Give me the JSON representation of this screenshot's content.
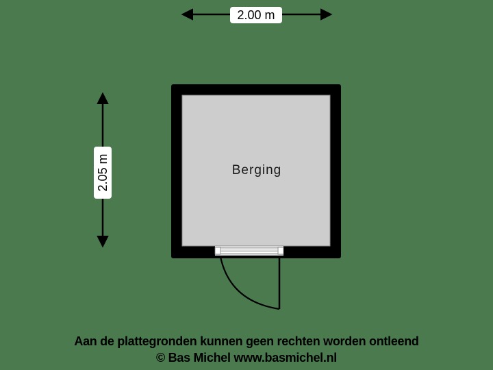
{
  "floorplan": {
    "background_color": "#4a7a4e",
    "wall_color": "#000000",
    "room_fill_color": "#cccccc",
    "rooms": [
      {
        "name": "Berging"
      }
    ],
    "dimensions": {
      "width_label": "2.00 m",
      "height_label": "2.05 m"
    },
    "door": {
      "type": "swing-door",
      "position": "bottom-wall"
    }
  },
  "footer": {
    "disclaimer": "Aan de plattegronden kunnen geen rechten worden ontleend",
    "credit": "© Bas Michel www.basmichel.nl"
  }
}
